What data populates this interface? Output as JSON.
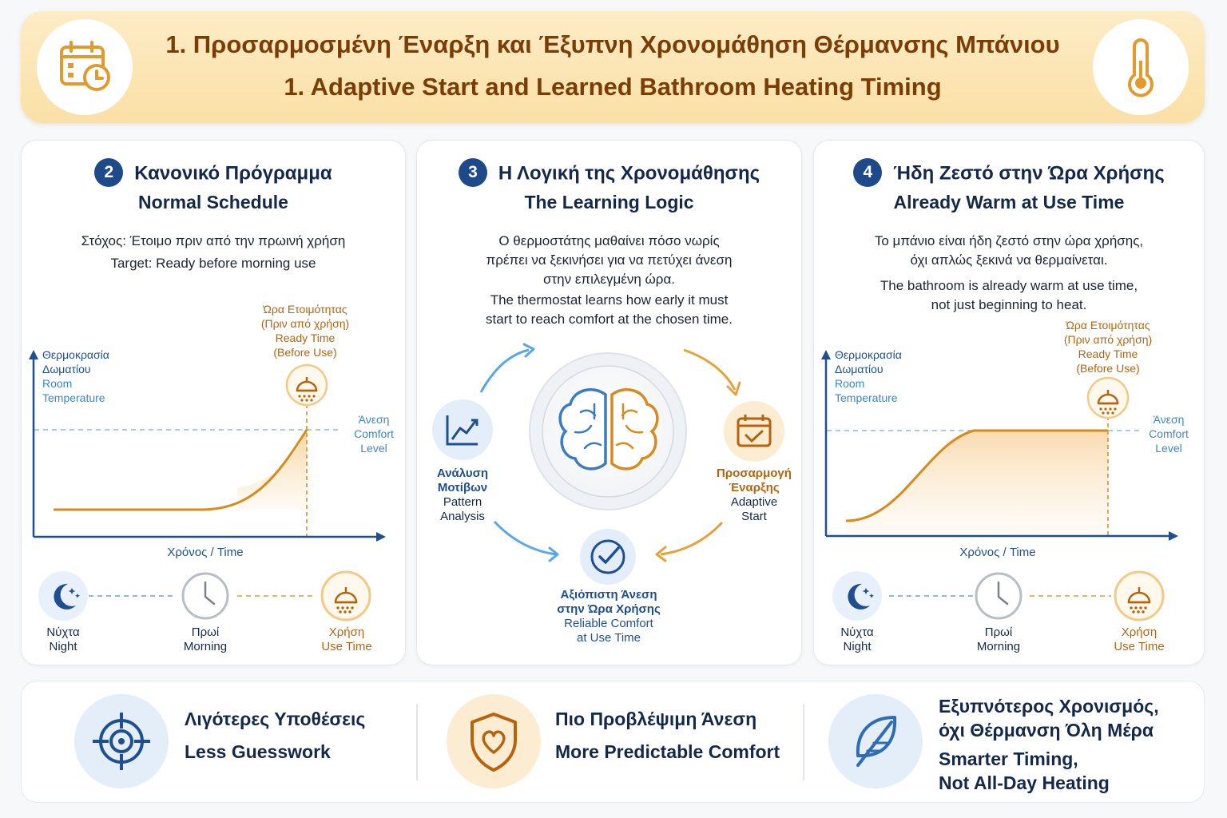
{
  "header": {
    "title_el": "1. Προσαρμοσμένη Έναρξη και Έξυπνη Χρονομάθηση Θέρμανσης Μπάνιου",
    "title_en": "1. Adaptive Start and Learned Bathroom Heating Timing",
    "left_icon": "calendar-clock-icon",
    "right_icon": "thermometer-icon"
  },
  "panels": {
    "schedule": {
      "number": "2",
      "title_el": "Κανονικό Πρόγραμμα",
      "title_en": "Normal Schedule",
      "desc_el": "Στόχος: Έτοιμο πριν από την πρωινή χρήση",
      "desc_en": "Target: Ready before morning use",
      "ready_el_1": "Ώρα Ετοιμότητας",
      "ready_el_2": "(Πριν από χρήση)",
      "ready_en_1": "Ready Time",
      "ready_en_2": "(Before Use)",
      "temp_el_1": "Θερμοκρασία",
      "temp_el_2": "Δωματίου",
      "temp_en_1": "Room",
      "temp_en_2": "Temperature",
      "comfort_el": "Άνεση",
      "comfort_en_1": "Comfort",
      "comfort_en_2": "Level",
      "time_axis": "Χρόνος / Time",
      "night_el": "Νύχτα",
      "night_en": "Night",
      "morning_el": "Πρωί",
      "morning_en": "Morning",
      "use_el": "Χρήση",
      "use_en": "Use Time"
    },
    "learning": {
      "number": "3",
      "title_el": "Η Λογική της Χρονομάθησης",
      "title_en": "The Learning Logic",
      "desc_el_1": "Ο θερμοστάτης μαθαίνει πόσο νωρίς",
      "desc_el_2": "πρέπει να ξεκινήσει για να πετύχει άνεση",
      "desc_el_3": "στην επιλεγμένη ώρα.",
      "desc_en_1": "The thermostat learns how early it must",
      "desc_en_2": "start to reach comfort at the chosen time.",
      "pattern_el_1": "Ανάλυση",
      "pattern_el_2": "Μοτίβων",
      "pattern_en_1": "Pattern",
      "pattern_en_2": "Analysis",
      "adaptive_el_1": "Προσαρμογή",
      "adaptive_el_2": "Έναρξης",
      "adaptive_en_1": "Adaptive",
      "adaptive_en_2": "Start",
      "reliable_el_1": "Αξιόπιστη Άνεση",
      "reliable_el_2": "στην Ώρα Χρήσης",
      "reliable_en_1": "Reliable Comfort",
      "reliable_en_2": "at Use Time"
    },
    "warm": {
      "number": "4",
      "title_el": "Ήδη Ζεστό στην Ώρα Χρήσης",
      "title_en": "Already Warm at Use Time",
      "desc_el_1": "Το μπάνιο είναι ήδη ζεστό στην ώρα χρήσης,",
      "desc_el_2": "όχι απλώς ξεκινά να θερμαίνεται.",
      "desc_en_1": "The bathroom is already warm at use time,",
      "desc_en_2": "not just beginning to heat.",
      "ready_el_1": "Ώρα Ετοιμότητας",
      "ready_el_2": "(Πριν από χρήση)",
      "ready_en_1": "Ready Time",
      "ready_en_2": "(Before Use)",
      "temp_el_1": "Θερμοκρασία",
      "temp_el_2": "Δωματίου",
      "temp_en_1": "Room",
      "temp_en_2": "Temperature",
      "comfort_el": "Άνεση",
      "comfort_en_1": "Comfort",
      "comfort_en_2": "Level",
      "time_axis": "Χρόνος / Time",
      "night_el": "Νύχτα",
      "night_en": "Night",
      "morning_el": "Πρωί",
      "morning_en": "Morning",
      "use_el": "Χρήση",
      "use_en": "Use Time"
    }
  },
  "benefits": [
    {
      "icon": "target-icon",
      "el": "Λιγότερες Υποθέσεις",
      "en": "Less Guesswork"
    },
    {
      "icon": "shield-heart-icon",
      "el": "Πιο Προβλέψιμη Άνεση",
      "en": "More Predictable Comfort"
    },
    {
      "icon": "leaf-icon",
      "el_1": "Εξυπνότερος Χρονισμός,",
      "el_2": "όχι Θέρμανση Όλη Μέρα",
      "en_1": "Smarter Timing,",
      "en_2": "Not All-Day Heating"
    }
  ],
  "colors": {
    "navy": "#14284a",
    "blue": "#1f4f8f",
    "light_blue": "#3f86c4",
    "orange": "#d98a1c",
    "dark_orange": "#7a3d06"
  }
}
